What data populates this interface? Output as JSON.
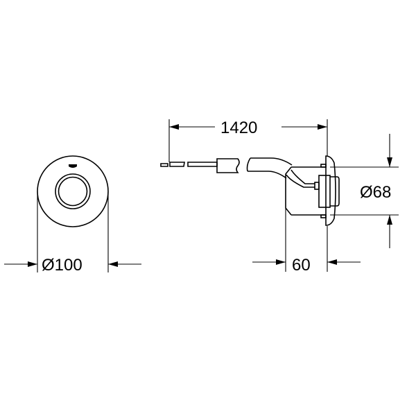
{
  "diagram": {
    "front_view": {
      "diameter_label": "Ø100"
    },
    "side_view": {
      "cable_length_label": "1420",
      "flange_diameter_label": "Ø68",
      "depth_label": "60"
    },
    "colors": {
      "line": "#000000",
      "background": "#ffffff"
    }
  }
}
